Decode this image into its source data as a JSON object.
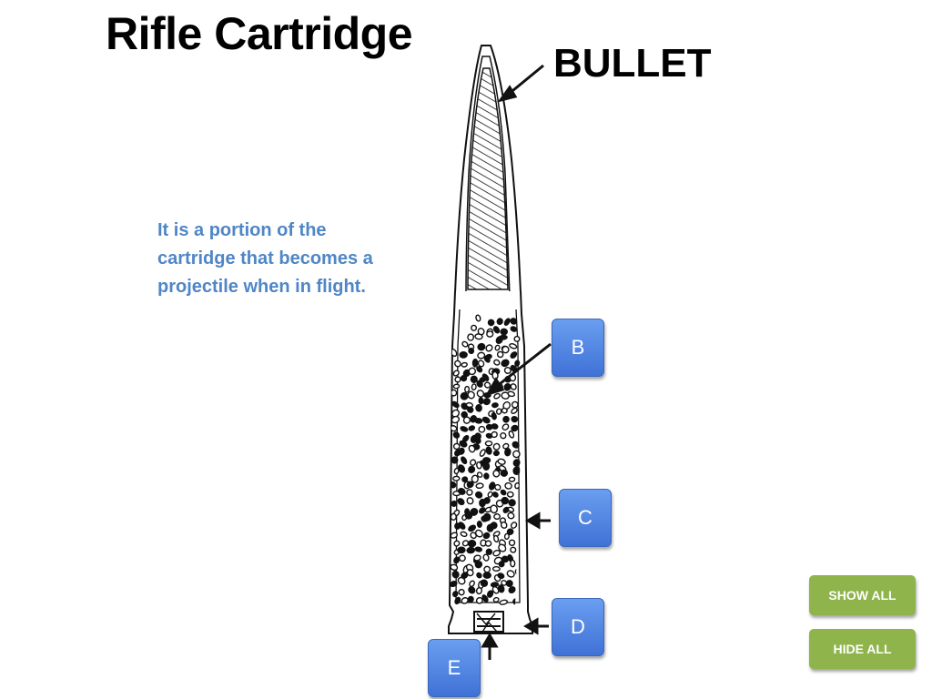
{
  "slide": {
    "title": "Rifle Cartridge",
    "description": "It is a portion of the cartridge that becomes a projectile when in flight."
  },
  "labels": {
    "bullet": "BULLET",
    "b": "B",
    "c": "C",
    "d": "D",
    "e": "E"
  },
  "controls": {
    "show_all": "SHOW ALL",
    "hide_all": "HIDE ALL"
  },
  "colors": {
    "description_text": "#4f86c6",
    "label_button": "#4f86e0",
    "control_button": "#8fb44c"
  },
  "icons": [
    "arrow-icon",
    "cartridge-illustration"
  ]
}
